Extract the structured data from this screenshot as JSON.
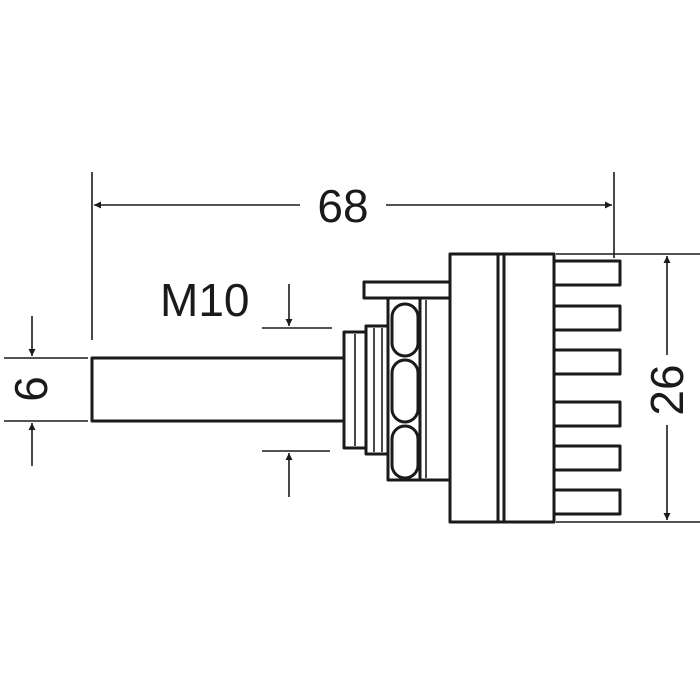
{
  "dimensions": {
    "overall_length": "68",
    "body_height": "26",
    "shaft_diameter": "6",
    "thread": "M10"
  },
  "colors": {
    "line": "#1a1a1a",
    "background": "#ffffff"
  }
}
